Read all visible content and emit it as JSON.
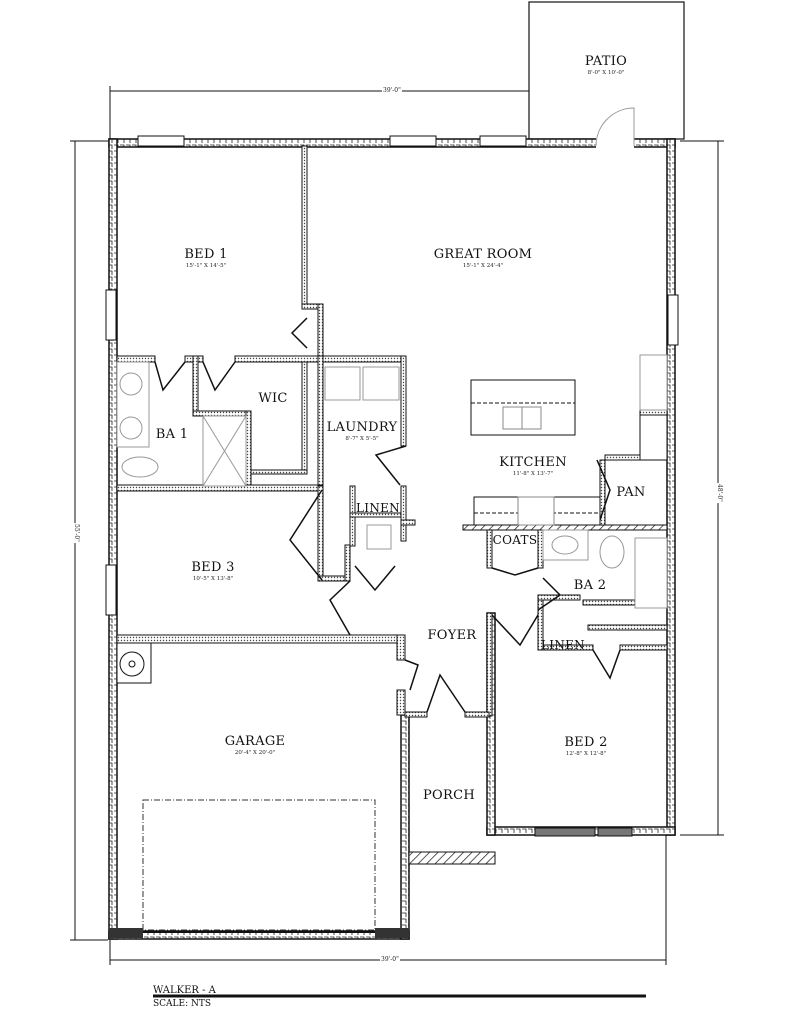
{
  "plan": {
    "name": "WALKER - A",
    "scale": "SCALE: NTS"
  },
  "dimensions": {
    "top_width": "39'-0\"",
    "bottom_width": "39'-0\"",
    "left_depth": "55'-0\"",
    "right_depth": "48'-0\""
  },
  "rooms": {
    "patio": {
      "name": "PATIO",
      "size": "8'-0\" X 10'-0\""
    },
    "bed1": {
      "name": "BED 1",
      "size": "15'-1\" X 14'-5\""
    },
    "great_room": {
      "name": "GREAT ROOM",
      "size": "15'-1\" X 24'-4\""
    },
    "wic": {
      "name": "WIC"
    },
    "ba1": {
      "name": "BA 1"
    },
    "laundry": {
      "name": "LAUNDRY",
      "size": "8'-7\" X 5'-5\""
    },
    "kitchen": {
      "name": "KITCHEN",
      "size": "11'-8\" X 13'-7\""
    },
    "pan": {
      "name": "PAN"
    },
    "linen1": {
      "name": "LINEN"
    },
    "coats": {
      "name": "COATS"
    },
    "bed3": {
      "name": "BED 3",
      "size": "10'-5\" X 13'-8\""
    },
    "ba2": {
      "name": "BA 2"
    },
    "foyer": {
      "name": "FOYER"
    },
    "linen2": {
      "name": "LINEN"
    },
    "garage": {
      "name": "GARAGE",
      "size": "20'-4\" X 20'-0\""
    },
    "bed2": {
      "name": "BED 2",
      "size": "12'-8\" X 12'-8\""
    },
    "porch": {
      "name": "PORCH"
    }
  },
  "colors": {
    "wall": "#111111",
    "wall_fill": "#ffffff",
    "fixture": "#9a9a9a",
    "background": "#ffffff"
  }
}
